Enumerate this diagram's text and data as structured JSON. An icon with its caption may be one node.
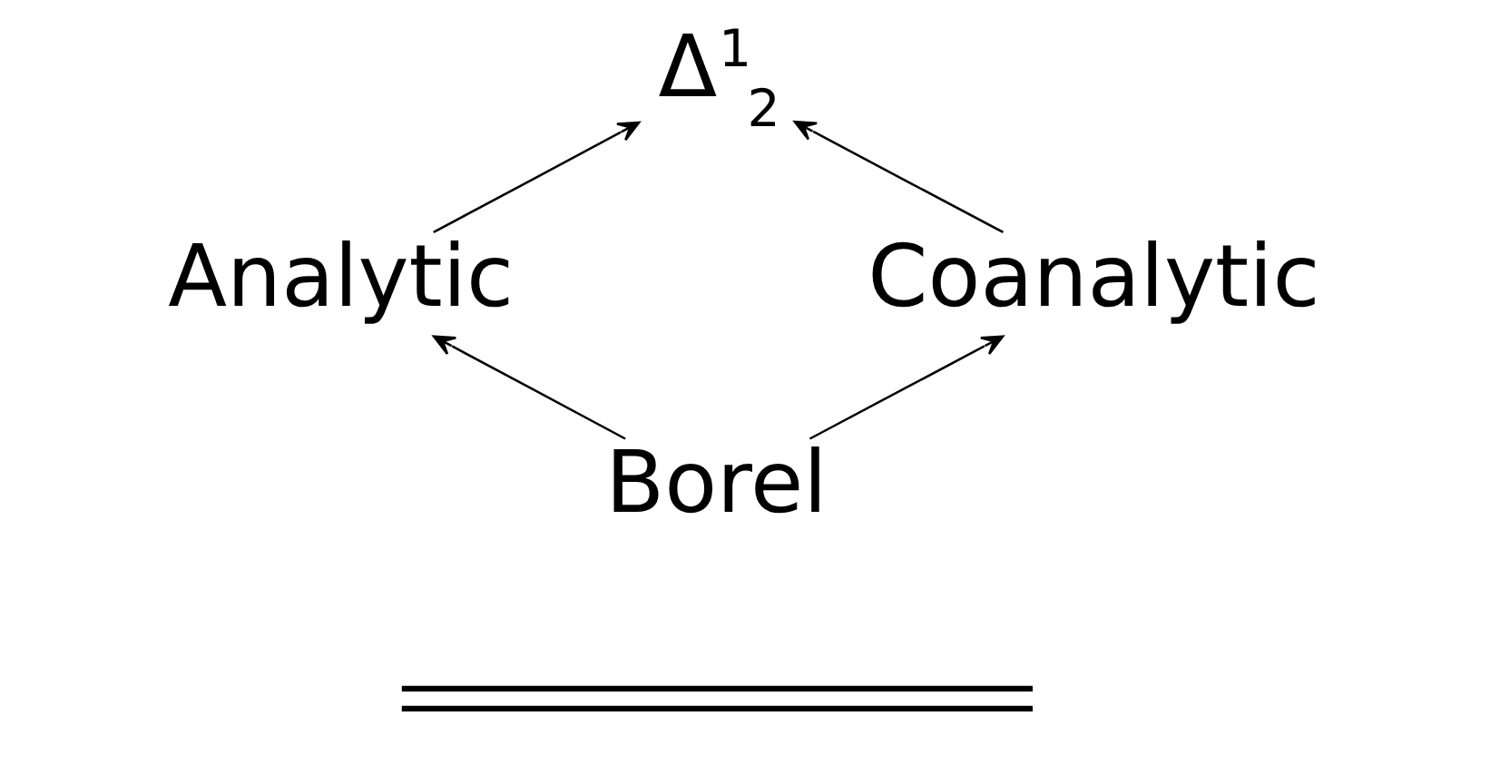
{
  "diagram": {
    "nodes": [
      {
        "text": [
          "Δ$^{1}$$_{2}$"
        ]
      },
      {
        "text": [
          "Analytic"
        ]
      },
      {
        "text": [
          "Coanalytic"
        ]
      },
      {
        "text": [
          "Borel"
        ]
      }
    ],
    "edges": [
      {
        "from": 1,
        "to": 0,
        "arrow": "to"
      },
      {
        "from": 2,
        "to": 0,
        "arrow": "to"
      },
      {
        "from": 3,
        "to": 1,
        "arrow": "to"
      },
      {
        "from": 3,
        "to": 2,
        "arrow": "to"
      }
    ]
  }
}
